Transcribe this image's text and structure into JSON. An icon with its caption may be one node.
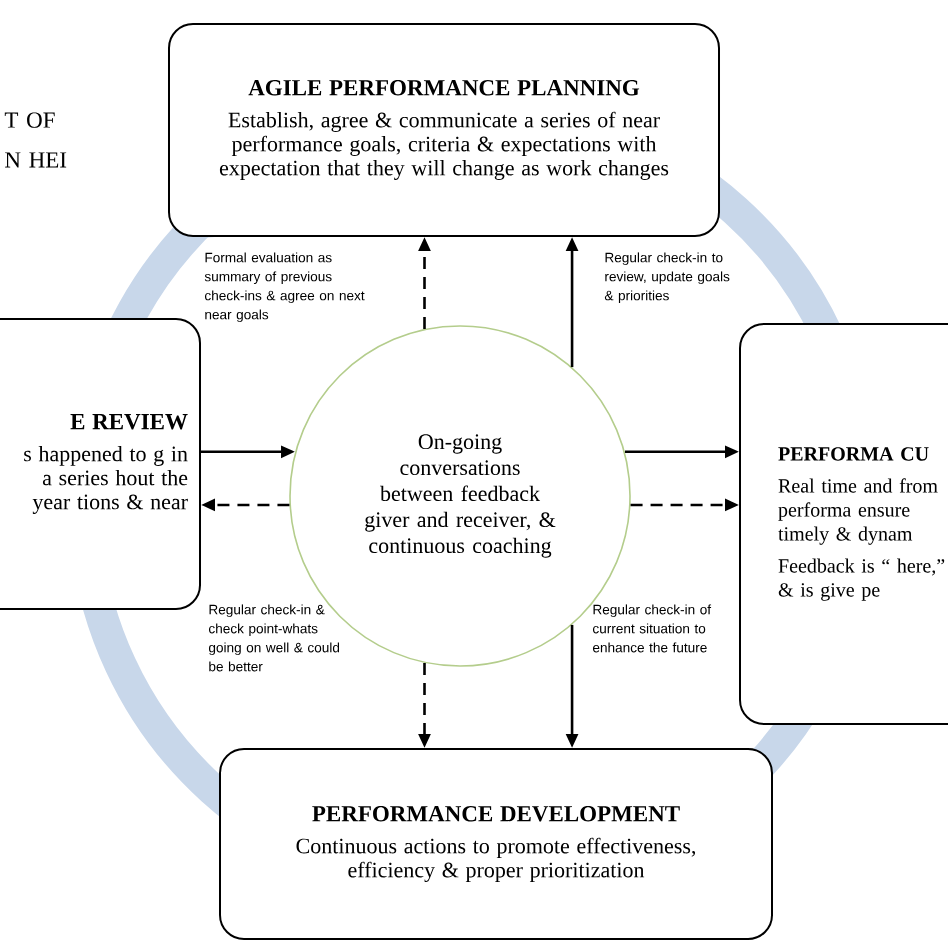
{
  "diagram": {
    "nodes": [
      {
        "text": [
          "AGILE PERFORMANCE PLANNING",
          "Establish, agree & communicate a series of near performance goals, criteria & expectations with expectation that they will change as work changes"
        ]
      },
      {
        "text": [
          "E REVIEW",
          "s happened to g in a series hout the year tions & near"
        ]
      },
      {
        "text": [
          "PERFORMA CU",
          "Real time and from performa ensure timely & dynam",
          "Feedback is “ here,” & is give pe"
        ]
      },
      {
        "text": [
          "On-going conversations between feedback giver and receiver, & continuous coaching"
        ]
      },
      {
        "text": [
          "PERFORMANCE DEVELOPMENT",
          "Continuous actions to promote effectiveness, efficiency & proper prioritization"
        ]
      }
    ],
    "edges": [
      {
        "from": 3,
        "to": 0,
        "arrow": "to",
        "style": "dashed"
      },
      {
        "from": 3,
        "to": 0,
        "arrow": "to"
      },
      {
        "from": 1,
        "to": 3,
        "arrow": "to"
      },
      {
        "from": 3,
        "to": 1,
        "arrow": "to",
        "style": "dashed"
      },
      {
        "from": 3,
        "to": 2,
        "arrow": "to"
      },
      {
        "from": 3,
        "to": 2,
        "arrow": "to",
        "style": "dashed"
      },
      {
        "from": 3,
        "to": 4,
        "arrow": "to",
        "style": "dashed"
      },
      {
        "from": 3,
        "to": 4,
        "arrow": "to"
      }
    ],
    "labels": [
      "T OF",
      "N HEI",
      "Formal evaluation as summary of previous check-ins & agree on next near goals",
      "Regular check-in to review, update goals & priorities",
      "Regular check-in & check point-whats going on well & could be better",
      "Regular check-in of current situation to enhance the future"
    ]
  }
}
